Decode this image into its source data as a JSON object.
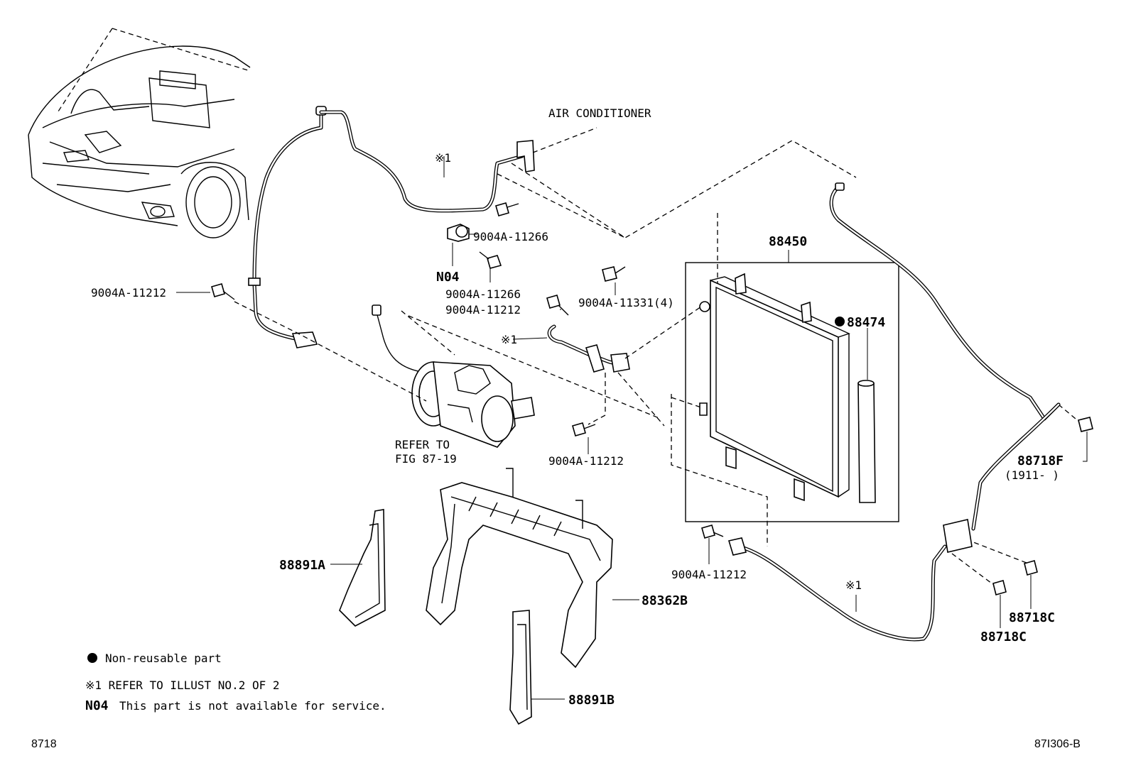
{
  "labels": {
    "air_conditioner": "AIR CONDITIONER",
    "ref1_top": "※1",
    "ref1_mid": "※1",
    "ref1_bottom": "※1",
    "n04": "N04",
    "bolt_11266_a": "9004A-11266",
    "bolt_11266_b": "9004A-11266",
    "bolt_11212_left": "9004A-11212",
    "bolt_11212_mid": "9004A-11212",
    "bolt_11212_comp": "9004A-11212",
    "bolt_11212_bottom": "9004A-11212",
    "bolt_11331": "9004A-11331(4)",
    "condenser": "88450",
    "dryer": "88474",
    "refer_to_1": "REFER TO",
    "refer_to_2": "FIG 87-19",
    "clamp_f": "88718F",
    "clamp_f_date": "(1911-     )",
    "clamp_c_1": "88718C",
    "clamp_c_2": "88718C",
    "seal_a": "88891A",
    "seal_b": "88891B",
    "support": "88362B"
  },
  "legend": {
    "nonreusable": "Non-reusable part",
    "ref_note": "※1 REFER TO ILLUST NO.2 OF 2",
    "n04_code": "N04",
    "n04_text": "This part is not available for service."
  },
  "footer": {
    "left_code": "8718",
    "right_code": "87I306-B"
  }
}
